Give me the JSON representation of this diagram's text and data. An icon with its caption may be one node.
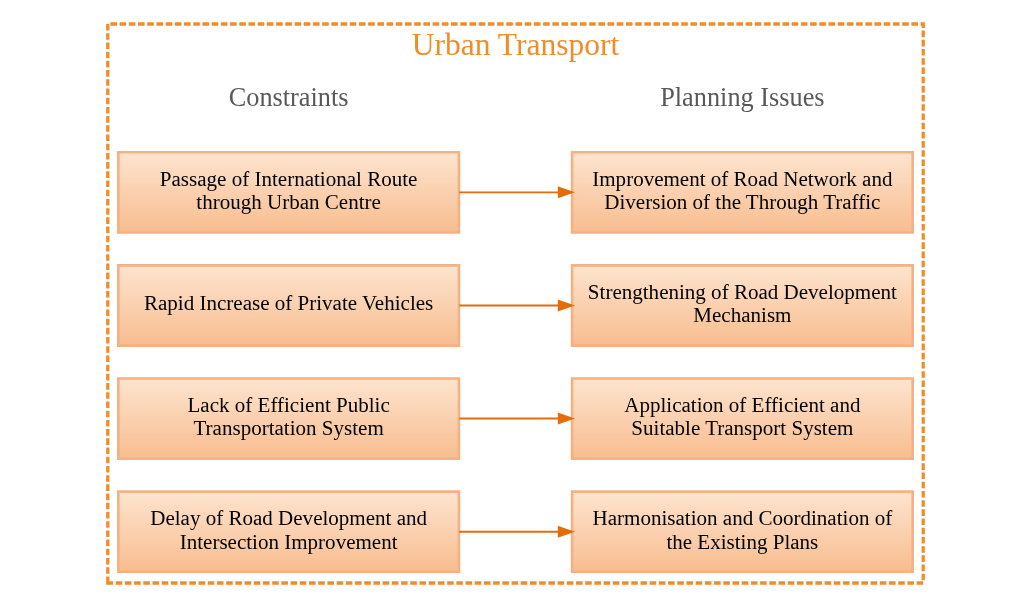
{
  "diagram": {
    "nodes": [
      {
        "text": [
          "Urban Transport"
        ]
      },
      {
        "text": [
          "Passage of International Route through Urban Centre"
        ],
        "in": 0
      },
      {
        "text": [
          "Improvement of Road Network and Diversion of the Through Traffic"
        ],
        "in": 0
      },
      {
        "text": [
          "Rapid Increase of Private Vehicles"
        ],
        "in": 0
      },
      {
        "text": [
          "Strengthening of Road Development Mechanism"
        ],
        "in": 0
      },
      {
        "text": [
          "Lack of Efficient Public Transportation System"
        ],
        "in": 0
      },
      {
        "text": [
          "Application of Efficient and Suitable Transport System"
        ],
        "in": 0
      },
      {
        "text": [
          "Delay of Road Development and Intersection Improvement"
        ],
        "in": 0
      },
      {
        "text": [
          "Harmonisation and Coordination of the Existing Plans"
        ],
        "in": 0
      }
    ],
    "edges": [
      {
        "from": 1,
        "to": 2,
        "arrow": "to"
      },
      {
        "from": 3,
        "to": 4,
        "arrow": "to"
      },
      {
        "from": 5,
        "to": 6,
        "arrow": "to"
      },
      {
        "from": 7,
        "to": 8,
        "arrow": "to"
      }
    ],
    "labels": [
      "Constraints",
      "Planning Issues"
    ]
  }
}
